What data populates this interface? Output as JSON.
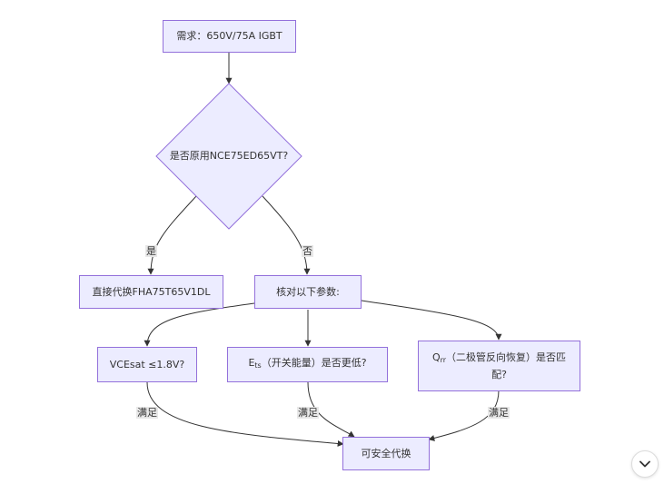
{
  "nodes": {
    "requirement": "需求：650V/75A IGBT",
    "decision_original": "是否原用NCE75ED65VT?",
    "direct_replace": "直接代换FHA75T65V1DL",
    "check_params": "核对以下参数:",
    "vcesat": "VCEsat ≤1.8V?",
    "ets_main": "E",
    "ets_sub": "ts",
    "ets_rest": "（开关能量）是否更低?",
    "qrr_main": "Q",
    "qrr_sub": "rr",
    "qrr_rest": "（二极管反向恢复）是否匹配?",
    "safe_replace": "可安全代换"
  },
  "edge_labels": {
    "yes": "是",
    "no": "否",
    "meet_1": "满足",
    "meet_2": "满足",
    "meet_3": "满足"
  },
  "colors": {
    "node_fill": "#ececff",
    "node_stroke": "#9370db",
    "edge": "#333333",
    "label_bg": "#e8e8e8"
  },
  "icons": {
    "scroll": "chevron-down-icon"
  }
}
